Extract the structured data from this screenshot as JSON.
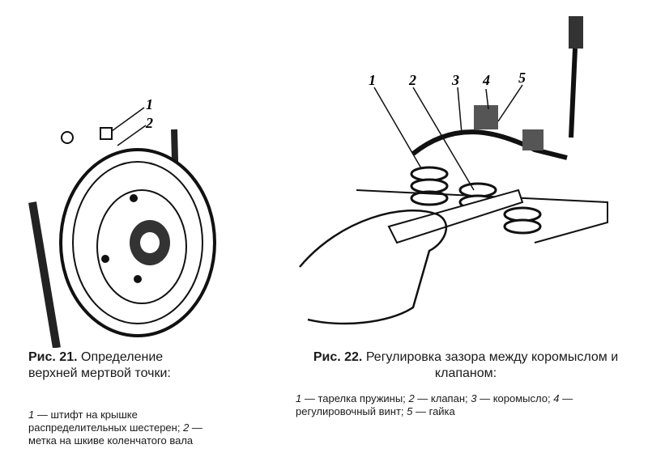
{
  "figure21": {
    "callouts": [
      "1",
      "2"
    ],
    "caption_label": "Рис. 21.",
    "caption_title": "Определение верхней мертвой точки:",
    "legend": [
      {
        "num": "1",
        "text": "штифт на крышке распределительных шестерен;"
      },
      {
        "num": "2",
        "text": "метка на шкиве коленчатого вала"
      }
    ]
  },
  "figure22": {
    "callouts": [
      "1",
      "2",
      "3",
      "4",
      "5"
    ],
    "caption_label": "Рис. 22.",
    "caption_title": "Регулировка зазора между коромыслом и клапаном:",
    "legend": [
      {
        "num": "1",
        "text": "тарелка пружины;"
      },
      {
        "num": "2",
        "text": "клапан;"
      },
      {
        "num": "3",
        "text": "коромысло;"
      },
      {
        "num": "4",
        "text": "регулировочный винт;"
      },
      {
        "num": "5",
        "text": "гайка"
      }
    ]
  }
}
